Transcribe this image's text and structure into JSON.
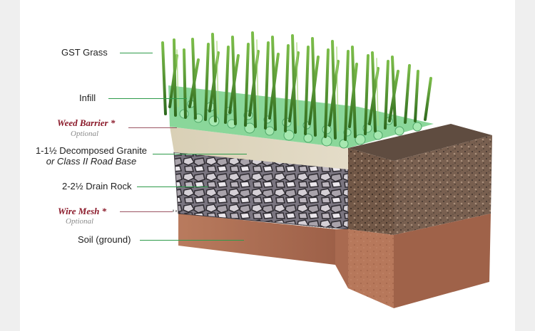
{
  "labels": {
    "grass": "GST Grass",
    "infill": "Infill",
    "weed_barrier": "Weed Barrier *",
    "weed_barrier_note": "Optional",
    "granite_line1": "1-1½ Decomposed Granite",
    "granite_line2": "or Class II Road Base",
    "drain_rock": "2-2½ Drain Rock",
    "wire_mesh": "Wire Mesh *",
    "wire_mesh_note": "Optional",
    "soil": "Soil (ground)"
  },
  "colors": {
    "leader_line": "#2e9b4a",
    "optional_leader_line": "#9b5563",
    "optional_label": "#8b1a2a",
    "grass": "#4f8f2e",
    "infill": "#8fdc9a",
    "granite": "#ddd3b8",
    "drain_rock": "#6f6a72",
    "soil": "#b77859"
  }
}
